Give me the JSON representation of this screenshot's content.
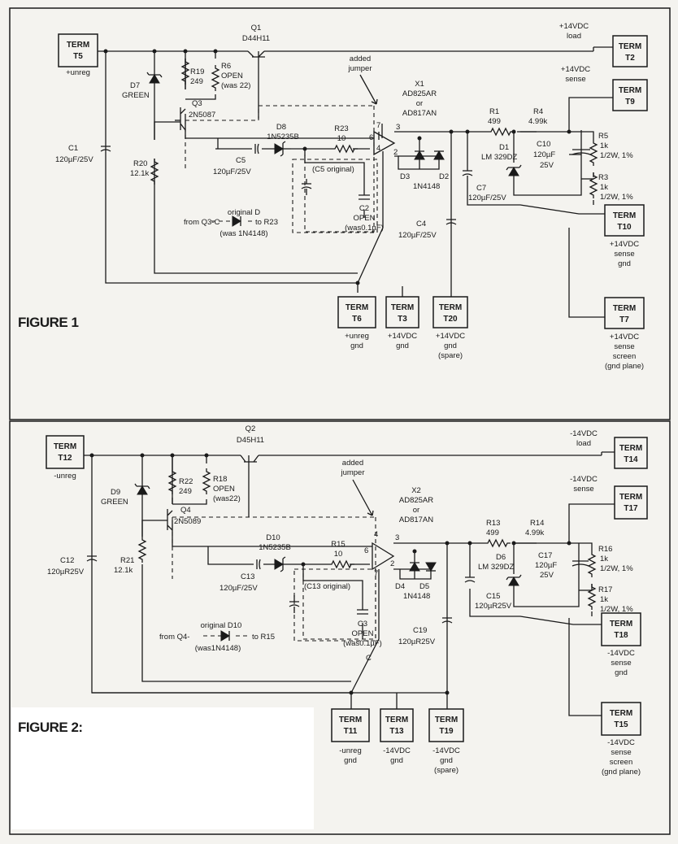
{
  "fig1": {
    "title": "FIGURE 1",
    "q1": {
      "ref": "Q1",
      "part": "D44H11"
    },
    "t5": {
      "term": "TERM",
      "id": "T5",
      "label": "+unreg"
    },
    "t2": {
      "term": "TERM",
      "id": "T2",
      "label1": "+14VDC",
      "label2": "load"
    },
    "t9": {
      "term": "TERM",
      "id": "T9",
      "label1": "+14VDC",
      "label2": "sense"
    },
    "t10": {
      "term": "TERM",
      "id": "T10",
      "label1": "+14VDC",
      "label2": "sense",
      "label3": "gnd"
    },
    "t7": {
      "term": "TERM",
      "id": "T7",
      "label1": "+14VDC",
      "label2": "sense",
      "label3": "screen",
      "label4": "(gnd plane)"
    },
    "t6": {
      "term": "TERM",
      "id": "T6",
      "label1": "+unreg",
      "label2": "gnd"
    },
    "t3": {
      "term": "TERM",
      "id": "T3",
      "label1": "+14VDC",
      "label2": "gnd"
    },
    "t20": {
      "term": "TERM",
      "id": "T20",
      "label1": "+14VDC",
      "label2": "gnd",
      "label3": "(spare)"
    },
    "r19": {
      "ref": "R19",
      "val": "249"
    },
    "r6": {
      "ref": "R6",
      "val": "OPEN",
      "note": "(was 22)"
    },
    "d7": {
      "ref": "D7",
      "val": "GREEN"
    },
    "q3": {
      "ref": "Q3",
      "part": "2N5087"
    },
    "d8": {
      "ref": "D8",
      "part": "1N5235B"
    },
    "r23": {
      "ref": "R23",
      "val": "10"
    },
    "c1": {
      "ref": "C1",
      "val": "120µF/25V"
    },
    "r20": {
      "ref": "R20",
      "val": "12.1k"
    },
    "c5": {
      "ref": "C5",
      "val": "120µF/25V"
    },
    "c5orig": "(C5 original)",
    "c2": {
      "ref": "C2",
      "val": "OPEN",
      "note": "(was0.1µF)"
    },
    "origd": {
      "label": "original D",
      "from": "from Q3-C",
      "to": "to R23",
      "note": "(was 1N4148)"
    },
    "jumper": {
      "l1": "added",
      "l2": "jumper"
    },
    "x1": {
      "ref": "X1",
      "p1": "AD825AR",
      "or": "or",
      "p2": "AD817AN"
    },
    "pins": {
      "p7": "7",
      "p6": "6",
      "p4": "4",
      "p3": "3",
      "p2": "2"
    },
    "d3": "D3",
    "d2": "D2",
    "dpart": "1N4148",
    "r1": {
      "ref": "R1",
      "val": "499"
    },
    "r4": {
      "ref": "R4",
      "val": "4.99k"
    },
    "d1": {
      "ref": "D1",
      "part": "LM 329DZ"
    },
    "c10": {
      "ref": "C10",
      "val": "120µF",
      "v": "25V"
    },
    "r5": {
      "ref": "R5",
      "val": "1k",
      "rating": "1/2W, 1%"
    },
    "r3": {
      "ref": "R3",
      "val": "1k",
      "rating": "1/2W, 1%"
    },
    "c7": {
      "ref": "C7",
      "val": "120µF/25V"
    },
    "c4": {
      "ref": "C4",
      "val": "120µF/25V"
    }
  },
  "fig2": {
    "title": "FIGURE 2:",
    "q2": {
      "ref": "Q2",
      "part": "D45H11"
    },
    "t12": {
      "term": "TERM",
      "id": "T12",
      "label": "-unreg"
    },
    "t14": {
      "term": "TERM",
      "id": "T14",
      "label1": "-14VDC",
      "label2": "load"
    },
    "t17": {
      "term": "TERM",
      "id": "T17",
      "label1": "-14VDC",
      "label2": "sense"
    },
    "t18": {
      "term": "TERM",
      "id": "T18",
      "label1": "-14VDC",
      "label2": "sense",
      "label3": "gnd"
    },
    "t15": {
      "term": "TERM",
      "id": "T15",
      "label1": "-14VDC",
      "label2": "sense",
      "label3": "screen",
      "label4": "(gnd plane)"
    },
    "t11": {
      "term": "TERM",
      "id": "T11",
      "label1": "-unreg",
      "label2": "gnd"
    },
    "t13": {
      "term": "TERM",
      "id": "T13",
      "label1": "-14VDC",
      "label2": "gnd"
    },
    "t19": {
      "term": "TERM",
      "id": "T19",
      "label1": "-14VDC",
      "label2": "gnd",
      "label3": "(spare)"
    },
    "r22": {
      "ref": "R22",
      "val": "249"
    },
    "r18": {
      "ref": "R18",
      "val": "OPEN",
      "note": "(was22)"
    },
    "d9": {
      "ref": "D9",
      "val": "GREEN"
    },
    "q4": {
      "ref": "Q4",
      "part": "2N5089"
    },
    "d10": {
      "ref": "D10",
      "part": "1N5235B"
    },
    "r15": {
      "ref": "R15",
      "val": "10"
    },
    "c12": {
      "ref": "C12",
      "val": "120µR25V"
    },
    "r21": {
      "ref": "R21",
      "val": "12.1k"
    },
    "c13": {
      "ref": "C13",
      "val": "120µF/25V"
    },
    "c13orig": "(C13 original)",
    "c3": {
      "ref": "C3",
      "val": "OPEN",
      "note": "(was0.1µF)"
    },
    "origd": {
      "label": "original D10",
      "from": "from Q4-",
      "to": "to R15",
      "note": "(was1N4148)"
    },
    "jumper": {
      "l1": "added",
      "l2": "jumper"
    },
    "x2": {
      "ref": "X2",
      "p1": "AD825AR",
      "or": "or",
      "p2": "AD817AN"
    },
    "pins": {
      "p4": "4",
      "p6": "6",
      "p7": "7",
      "p3": "3",
      "p2": "2"
    },
    "c_mark": "C",
    "d4": "D4",
    "d5": "D5",
    "dpart": "1N4148",
    "r13": {
      "ref": "R13",
      "val": "499"
    },
    "r14": {
      "ref": "R14",
      "val": "4.99k"
    },
    "d6": {
      "ref": "D6",
      "part": "LM 329DZ"
    },
    "c17": {
      "ref": "C17",
      "val": "120µF",
      "v": "25V"
    },
    "r16": {
      "ref": "R16",
      "val": "1k",
      "rating": "1/2W, 1%"
    },
    "r17": {
      "ref": "R17",
      "val": "1k",
      "rating": "1/2W, 1%"
    },
    "c15": {
      "ref": "C15",
      "val": "120µR25V"
    },
    "c19": {
      "ref": "C19",
      "val": "120µR25V"
    }
  }
}
